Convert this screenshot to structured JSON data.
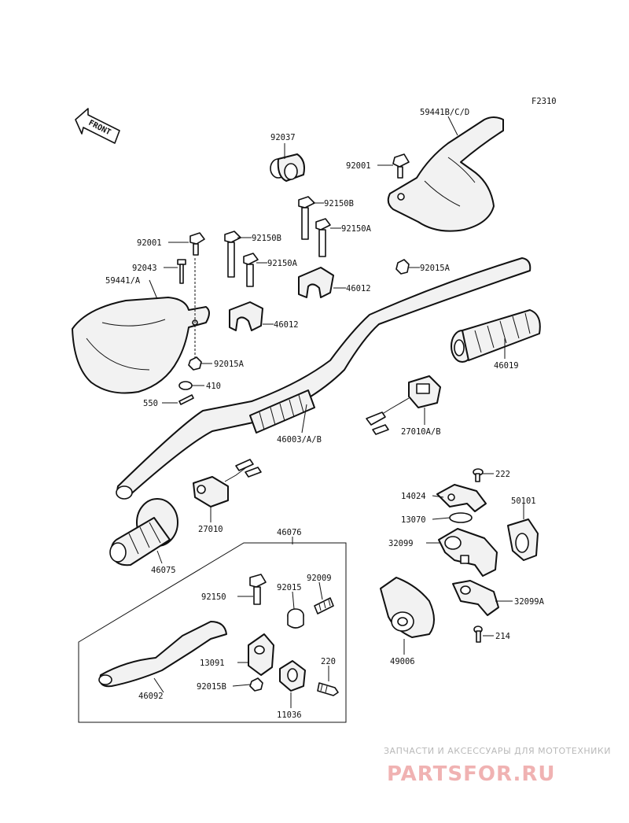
{
  "diagram": {
    "figure_code": "F2310",
    "front_label": "FRONT",
    "parts": [
      {
        "id": "p59441bcd",
        "label": "59441B/C/D"
      },
      {
        "id": "p92037",
        "label": "92037"
      },
      {
        "id": "p92001a",
        "label": "92001"
      },
      {
        "id": "p92150b_top",
        "label": "92150B"
      },
      {
        "id": "p92150a_top",
        "label": "92150A"
      },
      {
        "id": "p92015a_top",
        "label": "92015A"
      },
      {
        "id": "p92001b",
        "label": "92001"
      },
      {
        "id": "p92150b_mid",
        "label": "92150B"
      },
      {
        "id": "p92043",
        "label": "92043"
      },
      {
        "id": "p92150a_mid",
        "label": "92150A"
      },
      {
        "id": "p59441a",
        "label": "59441/A"
      },
      {
        "id": "p46012a",
        "label": "46012"
      },
      {
        "id": "p46012b",
        "label": "46012"
      },
      {
        "id": "p92015a_left",
        "label": "92015A"
      },
      {
        "id": "p46019",
        "label": "46019"
      },
      {
        "id": "p410",
        "label": "410"
      },
      {
        "id": "p550",
        "label": "550"
      },
      {
        "id": "p46003",
        "label": "46003/A/B"
      },
      {
        "id": "p27010ab",
        "label": "27010A/B"
      },
      {
        "id": "p222",
        "label": "222"
      },
      {
        "id": "p14024",
        "label": "14024"
      },
      {
        "id": "p50101",
        "label": "50101"
      },
      {
        "id": "p13070",
        "label": "13070"
      },
      {
        "id": "p27010",
        "label": "27010"
      },
      {
        "id": "p46076",
        "label": "46076"
      },
      {
        "id": "p32099",
        "label": "32099"
      },
      {
        "id": "p46075",
        "label": "46075"
      },
      {
        "id": "p92009",
        "label": "92009"
      },
      {
        "id": "p92150",
        "label": "92150"
      },
      {
        "id": "p92015",
        "label": "92015"
      },
      {
        "id": "p32099a",
        "label": "32099A"
      },
      {
        "id": "p214",
        "label": "214"
      },
      {
        "id": "p13091",
        "label": "13091"
      },
      {
        "id": "p220",
        "label": "220"
      },
      {
        "id": "p49006",
        "label": "49006"
      },
      {
        "id": "p46092",
        "label": "46092"
      },
      {
        "id": "p92015b",
        "label": "92015B"
      },
      {
        "id": "p11036",
        "label": "11036"
      }
    ]
  },
  "watermark": {
    "tagline": "ЗАПЧАСТИ И АКСЕССУАРЫ ДЛЯ МОТОТЕХНИКИ",
    "brand": "PARTSFOR.RU",
    "brand_color": "#e05a5a"
  }
}
